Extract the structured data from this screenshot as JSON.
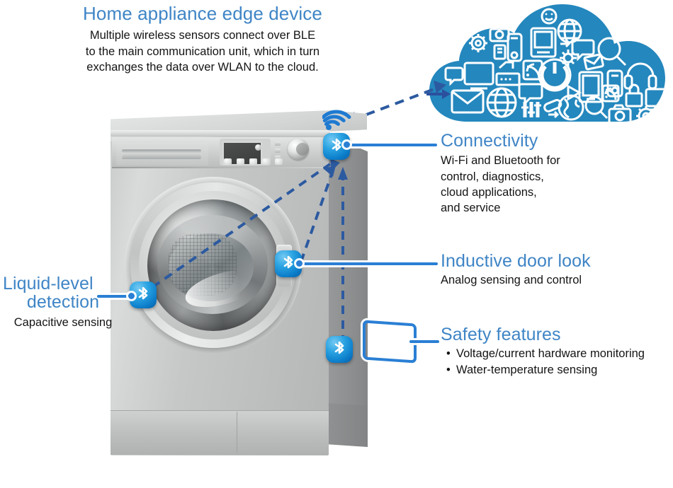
{
  "title": {
    "heading": "Home appliance edge device",
    "line1": "Multiple wireless sensors connect over BLE",
    "line2": "to the main communication unit, which in turn",
    "line3": "exchanges the data over WLAN to the cloud."
  },
  "callouts": {
    "connectivity": {
      "heading": "Connectivity",
      "line1": "Wi-Fi and Bluetooth for",
      "line2": "control, diagnostics,",
      "line3": "cloud applications,",
      "line4": "and service"
    },
    "door_lock": {
      "heading": "Inductive door look",
      "line1": "Analog sensing and control"
    },
    "safety": {
      "heading": "Safety features",
      "bullets": [
        "Voltage/current hardware monitoring",
        "Water-temperature sensing"
      ]
    },
    "liquid_level": {
      "heading_line1": "Liquid-level",
      "heading_line2": "detection",
      "line1": "Capacitive sensing"
    }
  },
  "diagram": {
    "device_name": "washing-machine",
    "cloud_name": "iot-cloud",
    "badges": [
      {
        "id": "bt-top",
        "label": "bluetooth-badge-communication-unit"
      },
      {
        "id": "bt-door",
        "label": "bluetooth-badge-door-lock"
      },
      {
        "id": "bt-left",
        "label": "bluetooth-badge-liquid-level"
      },
      {
        "id": "bt-bottom",
        "label": "bluetooth-badge-safety"
      }
    ],
    "wifi_label": "wifi-signal-icon"
  },
  "colors": {
    "heading_blue": "#3f85c6",
    "leader_blue": "#2a7fd4",
    "dashed_blue": "#2c5aa0",
    "cloud_blue": "#2487bd",
    "body_text": "#141414"
  }
}
